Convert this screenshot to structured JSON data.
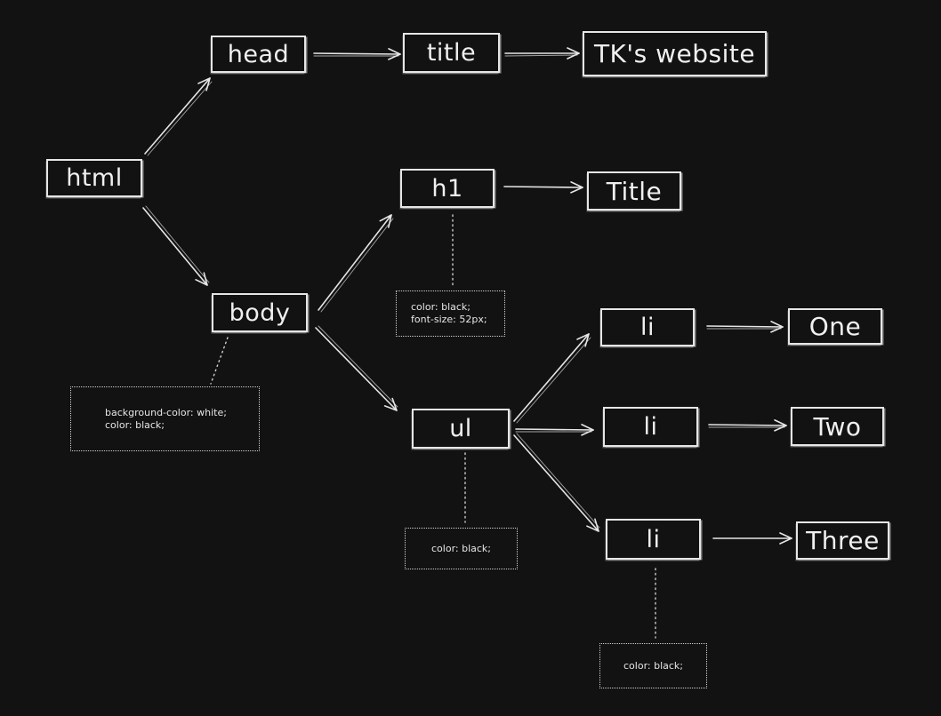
{
  "diagram": {
    "nodes": {
      "html": "html",
      "head": "head",
      "title": "title",
      "site_title": "TK's website",
      "body": "body",
      "h1": "h1",
      "h1_text": "Title",
      "ul": "ul",
      "li_1": "li",
      "li_1_text": "One",
      "li_2": "li",
      "li_2_text": "Two",
      "li_3": "li",
      "li_3_text": "Three"
    },
    "notes": {
      "body": [
        "background-color: white;",
        "color: black;"
      ],
      "h1": [
        "color: black;",
        "font-size: 52px;"
      ],
      "ul": [
        "color: black;"
      ],
      "li_3": [
        "color: black;"
      ]
    }
  },
  "colors": {
    "background": "#121212",
    "stroke": "#e6e6e6",
    "text": "#f0f0f0"
  }
}
